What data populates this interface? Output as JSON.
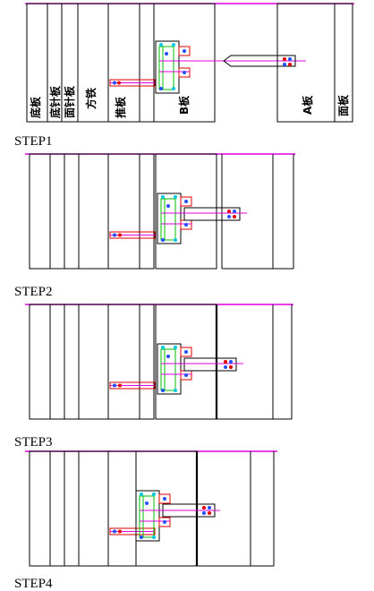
{
  "diagram": {
    "step_labels": [
      "STEP1",
      "STEP2",
      "STEP3",
      "STEP4"
    ],
    "plate_labels": {
      "bottom_plate": "底板",
      "ejector_plate_1": "底针板",
      "ejector_plate_2": "面针板",
      "spacer_block": "方铁",
      "push_plate": "推板",
      "b_plate": "B板",
      "a_plate": "A板",
      "top_plate": "面板"
    },
    "colors": {
      "outline": "#000000",
      "parting_line": "#e000e0",
      "insert_red": "#e00000",
      "core_green": "#00c000",
      "screw_blue": "#2050ff",
      "screw_cyan": "#00c8e0"
    }
  }
}
